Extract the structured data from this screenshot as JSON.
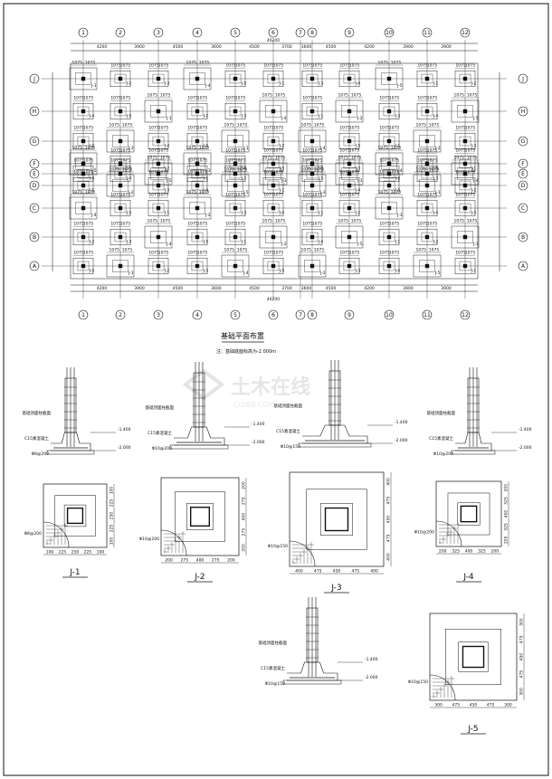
{
  "sheet": {
    "plan_title": "基础平面布置",
    "plan_note": "注：基础底面标高为-2.000m",
    "watermark_text": "土木在线",
    "watermark_sub": "COI88.COM",
    "colors": {
      "line": "#111111",
      "background": "#ffffff",
      "watermark": "#d8d8d8"
    }
  },
  "plan": {
    "col_axes": [
      "1",
      "2",
      "3",
      "4",
      "5",
      "6",
      "7",
      "8",
      "9",
      "10",
      "11",
      "12"
    ],
    "row_axes": [
      "A",
      "B",
      "C",
      "D",
      "E",
      "F",
      "G",
      "H",
      "J"
    ],
    "top_spacings": [
      "4200",
      "3900",
      "4500",
      "3600",
      "4500",
      "3700",
      "3600",
      "4500",
      "4200",
      "3900",
      "3900"
    ],
    "overall_width": "46200",
    "footing_tags": [
      "J-1",
      "J-2",
      "J-3",
      "J-4",
      "J-5"
    ]
  },
  "details": [
    {
      "id": "J-1",
      "elev_top": "-1.400",
      "elev_bottom": "-2.000",
      "concrete": "C15素混凝土",
      "rebar": "Φ8@200",
      "dims": [
        "100",
        "225",
        "250",
        "225",
        "100"
      ]
    },
    {
      "id": "J-2",
      "elev_top": "-1.400",
      "elev_bottom": "-2.000",
      "concrete": "C15素混凝土",
      "rebar": "Φ10@200",
      "dims": [
        "200",
        "275",
        "400",
        "275",
        "200"
      ]
    },
    {
      "id": "J-3",
      "elev_top": "-1.400",
      "elev_bottom": "-2.000",
      "concrete": "C15素混凝土",
      "rebar": "Φ10@150",
      "dims": [
        "400",
        "475",
        "450",
        "475",
        "400"
      ]
    },
    {
      "id": "J-4",
      "elev_top": "-1.400",
      "elev_bottom": "-2.000",
      "concrete": "C15素混凝土",
      "rebar": "Φ10@200",
      "dims": [
        "200",
        "325",
        "400",
        "325",
        "200"
      ]
    },
    {
      "id": "J-5",
      "elev_top": "-1.400",
      "elev_bottom": "-2.000",
      "concrete": "C15素混凝土",
      "rebar": "Φ10@150",
      "dims": [
        "300",
        "475",
        "450",
        "475",
        "300"
      ]
    }
  ],
  "labels": {
    "col_note": "基础顶面柱截面",
    "ref": "注"
  }
}
